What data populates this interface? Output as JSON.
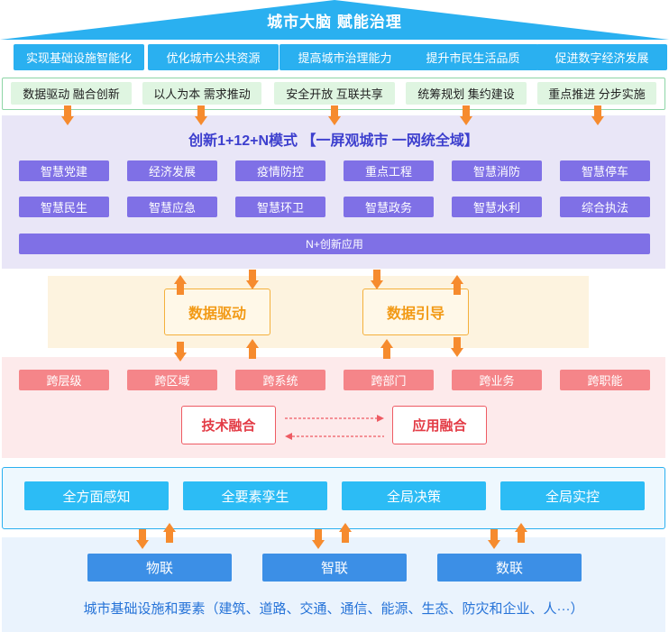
{
  "roof": {
    "title": "城市大脑  赋能治理",
    "color": "#2ab0f0"
  },
  "goals": [
    "实现基础设施智能化",
    "优化城市公共资源",
    "提高城市治理能力",
    "提升市民生活品质",
    "促进数字经济发展"
  ],
  "principles": [
    "数据驱动 融合创新",
    "以人为本 需求推动",
    "安全开放 互联共享",
    "统筹规划 集约建设",
    "重点推进 分步实施"
  ],
  "application": {
    "title": "创新1+12+N模式 【一屏观城市 一网统全域】",
    "row1": [
      "智慧党建",
      "经济发展",
      "疫情防控",
      "重点工程",
      "智慧消防",
      "智慧停车"
    ],
    "row2": [
      "智慧民生",
      "智慧应急",
      "智慧环卫",
      "智慧政务",
      "智慧水利",
      "综合执法"
    ],
    "n_app": "N+创新应用"
  },
  "drive": {
    "left": "数据驱动",
    "right": "数据引导"
  },
  "integration": {
    "cross": [
      "跨层级",
      "跨区域",
      "跨系统",
      "跨部门",
      "跨业务",
      "跨职能"
    ],
    "tech": "技术融合",
    "app": "应用融合"
  },
  "perception": [
    "全方面感知",
    "全要素孪生",
    "全局决策",
    "全局实控"
  ],
  "links": [
    "物联",
    "智联",
    "数联"
  ],
  "base_text": "城市基础设施和要素（建筑、道路、交通、通信、能源、生态、防灾和企业、人···）"
}
